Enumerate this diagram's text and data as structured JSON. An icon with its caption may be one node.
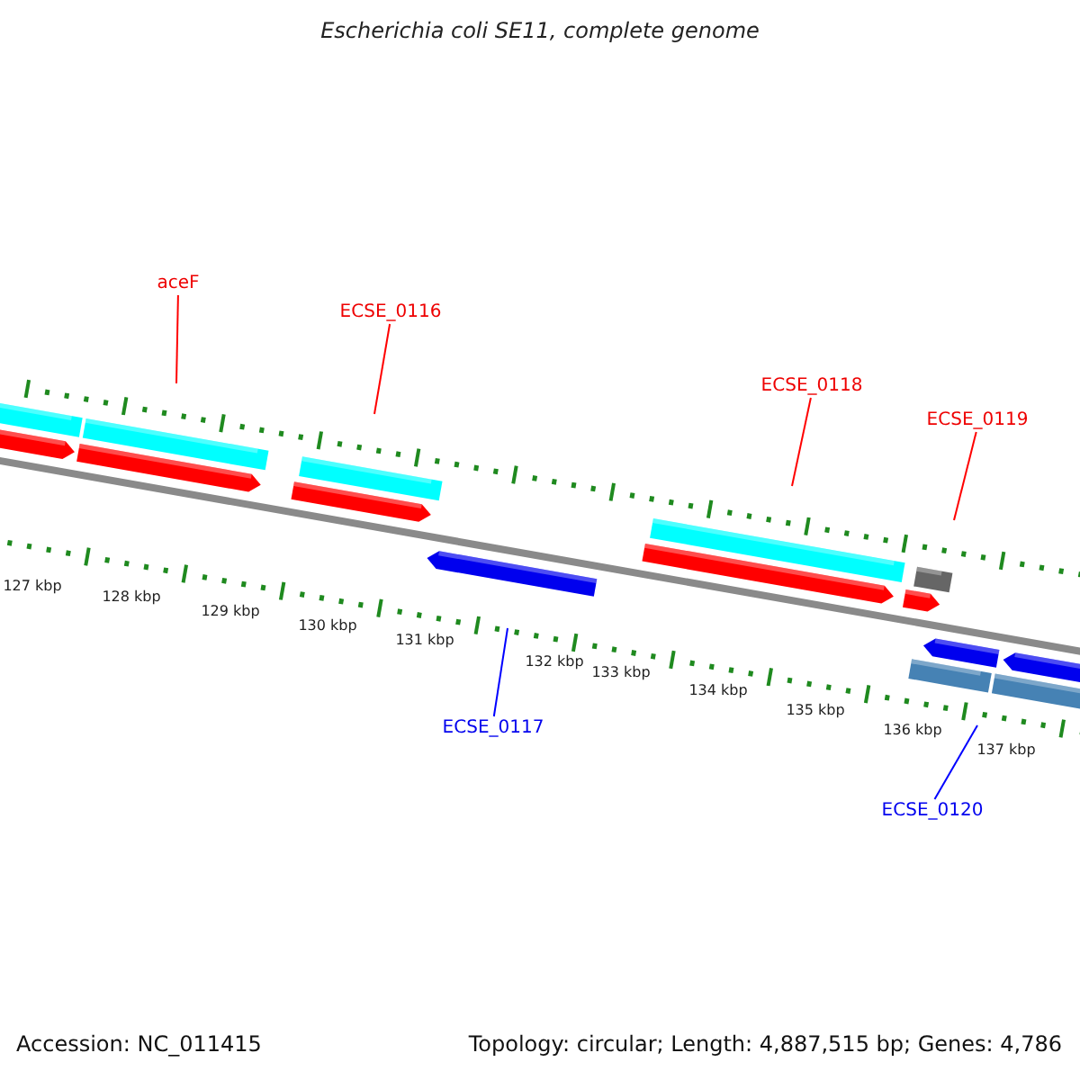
{
  "diagram": {
    "title": "Escherichia coli SE11, complete genome",
    "nodes": [
      {
        "text": [
          "aceF"
        ]
      },
      {
        "text": [
          "ECSE_0116"
        ]
      },
      {
        "text": [
          "ECSE_0118"
        ]
      },
      {
        "text": [
          "ECSE_0119"
        ]
      },
      {
        "text": [
          "ECSE_0117"
        ]
      },
      {
        "text": [
          "ECSE_0120"
        ]
      }
    ],
    "edges": [
      {
        "from": 0,
        "to": null,
        "arrow": "none"
      },
      {
        "from": 1,
        "to": null,
        "arrow": "none"
      },
      {
        "from": 2,
        "to": null,
        "arrow": "none"
      },
      {
        "from": 3,
        "to": null,
        "arrow": "none"
      },
      {
        "from": 4,
        "to": null,
        "arrow": "none",
        "color": "#0000ff"
      },
      {
        "from": 5,
        "to": null,
        "arrow": "none",
        "color": "#0000ff"
      }
    ],
    "labels": [
      "127 kbp",
      "128 kbp",
      "129 kbp",
      "130 kbp",
      "131 kbp",
      "132 kbp",
      "133 kbp",
      "134 kbp",
      "135 kbp",
      "136 kbp",
      "137 kbp",
      "Accession: NC_011415",
      "Topology: circular; Length: 4,887,515 bp; Genes: 4,786"
    ]
  }
}
